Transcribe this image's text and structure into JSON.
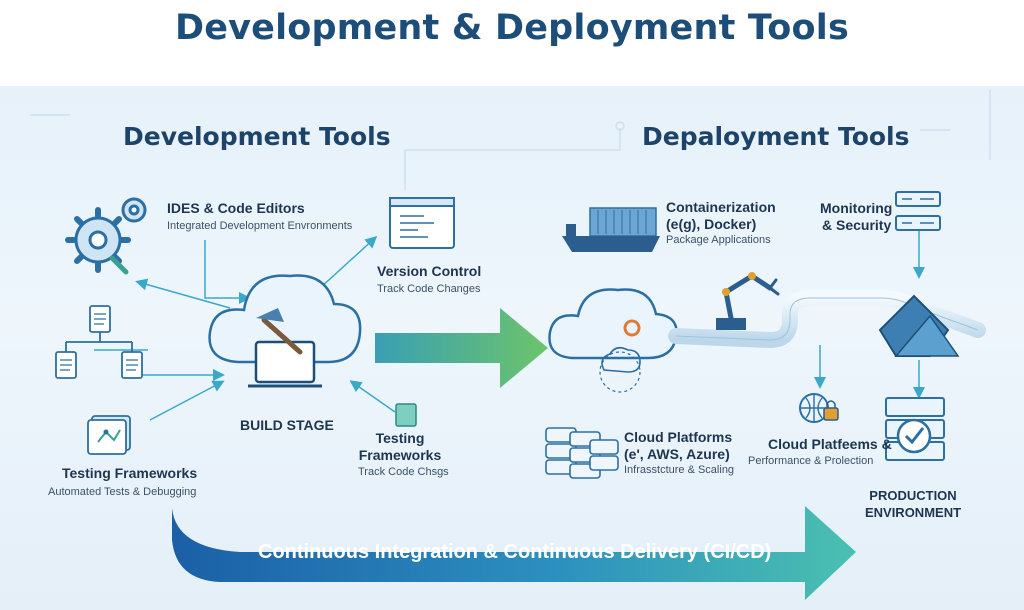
{
  "title": "Development & Deployment Tools",
  "sections": {
    "development": "Development Tools",
    "deployment": "Depaloyment Tools"
  },
  "dev": {
    "ides": {
      "title": "IDES & Code Editors",
      "subtitle": "Integrated Development Envronments"
    },
    "version_control": {
      "title": "Version Control",
      "subtitle": "Track Code Changes"
    },
    "build_stage": "BUILD STAGE",
    "testing_center": {
      "title_line1": "Testing",
      "title_line2": "Frameworks",
      "subtitle": "Track Code Chsgs"
    },
    "testing_left": {
      "title": "Testing Frameworks",
      "subtitle": "Automated Tests & Debugging"
    }
  },
  "deploy": {
    "containerization": {
      "title_line1": "Containerization",
      "title_line2": "(e(g), Docker)",
      "subtitle": "Package Applications"
    },
    "monitoring": {
      "title_line1": "Monitoring",
      "title_line2": "& Security"
    },
    "cloud_platforms": {
      "title_line1": "Cloud Platforms",
      "title_line2": "(e', AWS, Azure)",
      "subtitle": "Infrasstcture & Scaling"
    },
    "cloud_platforms_2": {
      "title": "Cloud Platfeems &",
      "subtitle": "Performance & Prolection"
    },
    "production": {
      "line1": "PRODUCTION",
      "line2": "ENVIRONMENT"
    }
  },
  "cicd": "Continuous Integration & Continuous Delivery (CI/CD)",
  "colors": {
    "title": "#1d4e7a",
    "icon_blue": "#2b6fa3",
    "accent_teal": "#3bb0a8",
    "accent_green": "#6fc36a",
    "arrow_blue": "#1f6fb5"
  },
  "icons": [
    "gear-icon",
    "document-icon",
    "tree-icon",
    "cloud-build-icon",
    "code-window-icon",
    "ship-container-icon",
    "cloud-gear-icon",
    "robot-arm-icon",
    "database-icon",
    "globe-lock-icon",
    "server-check-icon",
    "monitor-panel-icon",
    "pipeline-icon"
  ]
}
